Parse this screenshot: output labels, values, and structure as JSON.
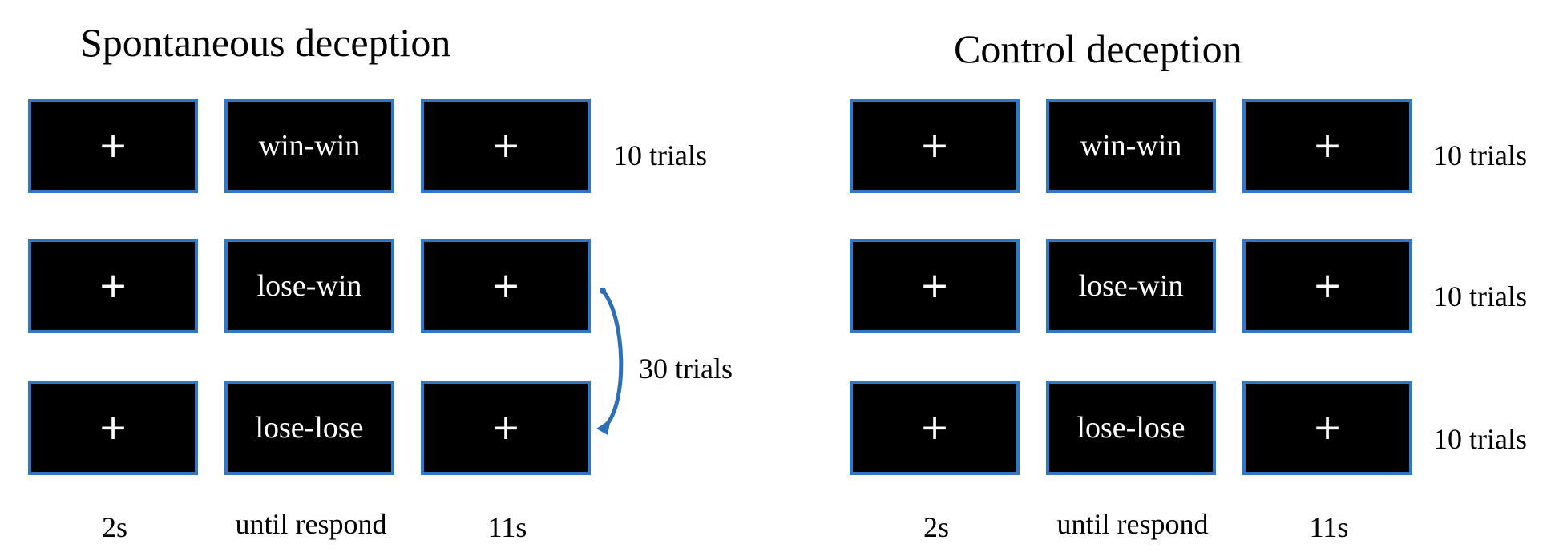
{
  "left_panel": {
    "title": "Spontaneous deception",
    "rows": [
      {
        "fixation": "+",
        "stimulus": "win-win",
        "post": "+",
        "trials": "10 trials"
      },
      {
        "fixation": "+",
        "stimulus": "lose-win",
        "post": "+"
      },
      {
        "fixation": "+",
        "stimulus": "lose-lose",
        "post": "+"
      }
    ],
    "merged_trials": "30 trials",
    "timings": [
      "2s",
      "until respond",
      "11s"
    ]
  },
  "right_panel": {
    "title": "Control deception",
    "rows": [
      {
        "fixation": "+",
        "stimulus": "win-win",
        "post": "+",
        "trials": "10 trials"
      },
      {
        "fixation": "+",
        "stimulus": "lose-win",
        "post": "+",
        "trials": "10 trials"
      },
      {
        "fixation": "+",
        "stimulus": "lose-lose",
        "post": "+",
        "trials": "10 trials"
      }
    ],
    "timings": [
      "2s",
      "until respond",
      "11s"
    ]
  },
  "colors": {
    "screen_border": "#2f78c8",
    "screen_fill": "#000000",
    "arrow": "#2f6fb5"
  }
}
